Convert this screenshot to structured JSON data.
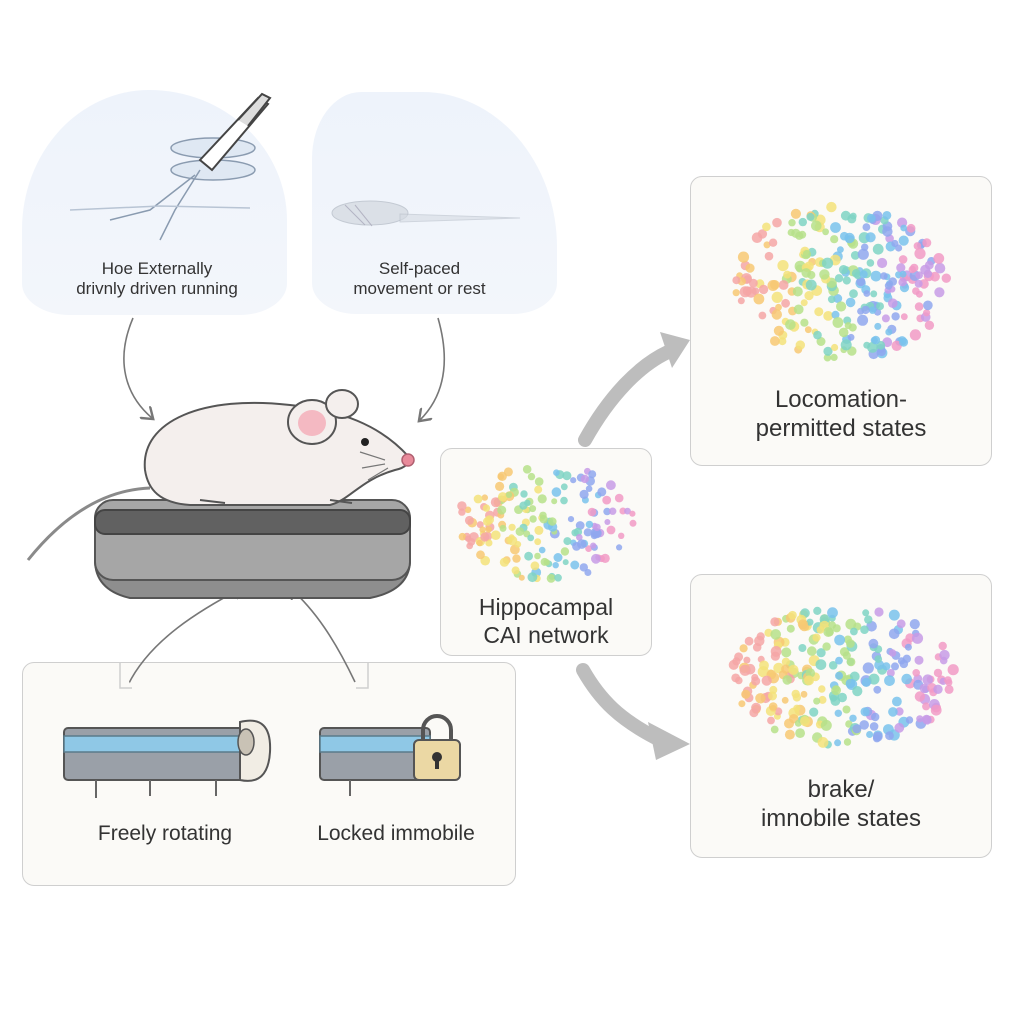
{
  "inputs": {
    "externally_driven": {
      "line1": "Hoe Externally",
      "line2": "drivnly driven running"
    },
    "self_paced": {
      "line1": "Self-paced",
      "line2": "movement or rest"
    }
  },
  "treadmill_conditions": {
    "freely_rotating": "Freely rotating",
    "locked_immobile": "Locked immobile"
  },
  "network": {
    "line1": "Hippocampal",
    "line2": "CAI network"
  },
  "outputs": {
    "locomotion": {
      "line1": "Locomation-",
      "line2": "permitted states"
    },
    "brake": {
      "line1": "brake/",
      "line2": "imnobile states"
    }
  },
  "colors": {
    "panel_border": "#cfcfcf",
    "panel_fill": "#fbfaf7",
    "cloud_fill": "#eef3fb",
    "arrow_gray": "#bdbdbd",
    "thin_arrow": "#777777",
    "treadmill_dark": "#6b6b6b",
    "treadmill_light": "#a9a9a9",
    "belt_blue": "#8cc7e3",
    "mouse_body": "#f3eeec"
  },
  "icons": {
    "mouse": "mouse-icon",
    "treadmill": "treadmill-icon",
    "lock": "lock-icon",
    "motor_wheel": "wheel-icon",
    "laser": "stimulation-probe-icon"
  }
}
